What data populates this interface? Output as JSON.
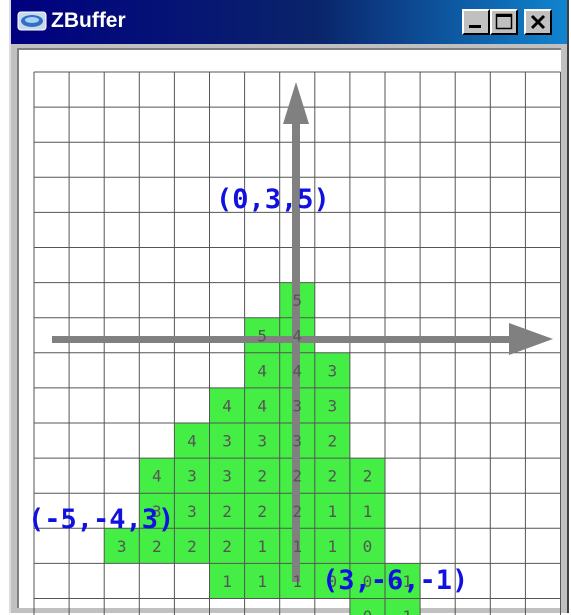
{
  "window": {
    "title": "ZBuffer",
    "icon": "app-icon",
    "controls": [
      "minimize-icon",
      "maximize-icon",
      "close-icon"
    ]
  },
  "grid": {
    "columns": 15,
    "rows": 16,
    "fill_color": "#44ee44",
    "grid_color": "#555555",
    "axis_color": "#808080"
  },
  "zbuffer_rows": [
    {
      "row": 6,
      "cells": [
        {
          "col": 7,
          "z": "5"
        }
      ]
    },
    {
      "row": 7,
      "cells": [
        {
          "col": 6,
          "z": "5"
        },
        {
          "col": 7,
          "z": "4"
        }
      ]
    },
    {
      "row": 8,
      "cells": [
        {
          "col": 6,
          "z": "4"
        },
        {
          "col": 7,
          "z": "4"
        },
        {
          "col": 8,
          "z": "3"
        }
      ]
    },
    {
      "row": 9,
      "cells": [
        {
          "col": 5,
          "z": "4"
        },
        {
          "col": 6,
          "z": "4"
        },
        {
          "col": 7,
          "z": "3"
        },
        {
          "col": 8,
          "z": "3"
        }
      ]
    },
    {
      "row": 10,
      "cells": [
        {
          "col": 4,
          "z": "4"
        },
        {
          "col": 5,
          "z": "3"
        },
        {
          "col": 6,
          "z": "3"
        },
        {
          "col": 7,
          "z": "3"
        },
        {
          "col": 8,
          "z": "2"
        }
      ]
    },
    {
      "row": 11,
      "cells": [
        {
          "col": 3,
          "z": "4"
        },
        {
          "col": 4,
          "z": "3"
        },
        {
          "col": 5,
          "z": "3"
        },
        {
          "col": 6,
          "z": "2"
        },
        {
          "col": 7,
          "z": "2"
        },
        {
          "col": 8,
          "z": "2"
        },
        {
          "col": 9,
          "z": "2"
        }
      ]
    },
    {
      "row": 12,
      "cells": [
        {
          "col": 3,
          "z": "3"
        },
        {
          "col": 4,
          "z": "3"
        },
        {
          "col": 5,
          "z": "2"
        },
        {
          "col": 6,
          "z": "2"
        },
        {
          "col": 7,
          "z": "2"
        },
        {
          "col": 8,
          "z": "1"
        },
        {
          "col": 9,
          "z": "1"
        }
      ]
    },
    {
      "row": 13,
      "cells": [
        {
          "col": 2,
          "z": "3"
        },
        {
          "col": 3,
          "z": "2"
        },
        {
          "col": 4,
          "z": "2"
        },
        {
          "col": 5,
          "z": "2"
        },
        {
          "col": 6,
          "z": "1"
        },
        {
          "col": 7,
          "z": "1"
        },
        {
          "col": 8,
          "z": "1"
        },
        {
          "col": 9,
          "z": "0"
        }
      ]
    },
    {
      "row": 14,
      "cells": [
        {
          "col": 5,
          "z": "1"
        },
        {
          "col": 6,
          "z": "1"
        },
        {
          "col": 7,
          "z": "1"
        },
        {
          "col": 8,
          "z": "0"
        },
        {
          "col": 9,
          "z": "0"
        },
        {
          "col": 10,
          "z": "-1"
        }
      ]
    },
    {
      "row": 15,
      "cells": [
        {
          "col": 9,
          "z": "0"
        },
        {
          "col": 10,
          "z": "-1"
        }
      ]
    }
  ],
  "vertex_labels": {
    "top": "(0,3,5)",
    "left": "(-5,-4,3)",
    "bottom_right": "(3,-6,-1)"
  }
}
